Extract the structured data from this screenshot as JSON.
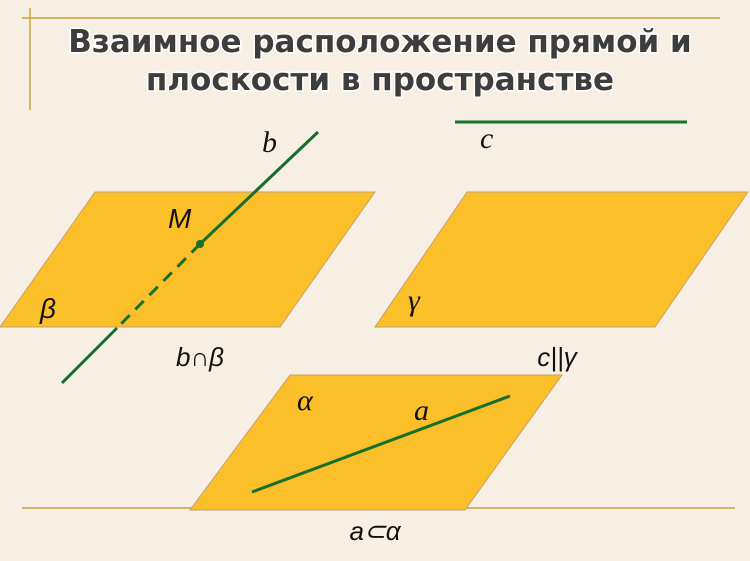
{
  "title": {
    "line1": "Взаимное расположение прямой и",
    "line2": "плоскости в пространстве"
  },
  "colors": {
    "background": "#f7efe3",
    "plane_fill": "#fbbf2a",
    "plane_stroke": "#caa06a",
    "line": "#17702a",
    "frame": "#c9a23a"
  },
  "figures": {
    "intersect": {
      "line_label": "b",
      "point_label": "M",
      "plane_label": "β",
      "caption": "b∩β"
    },
    "parallel": {
      "line_label": "c",
      "plane_label": "γ",
      "caption": "c||γ"
    },
    "contained": {
      "line_label": "a",
      "plane_label": "α",
      "caption": "a⊂α"
    }
  }
}
